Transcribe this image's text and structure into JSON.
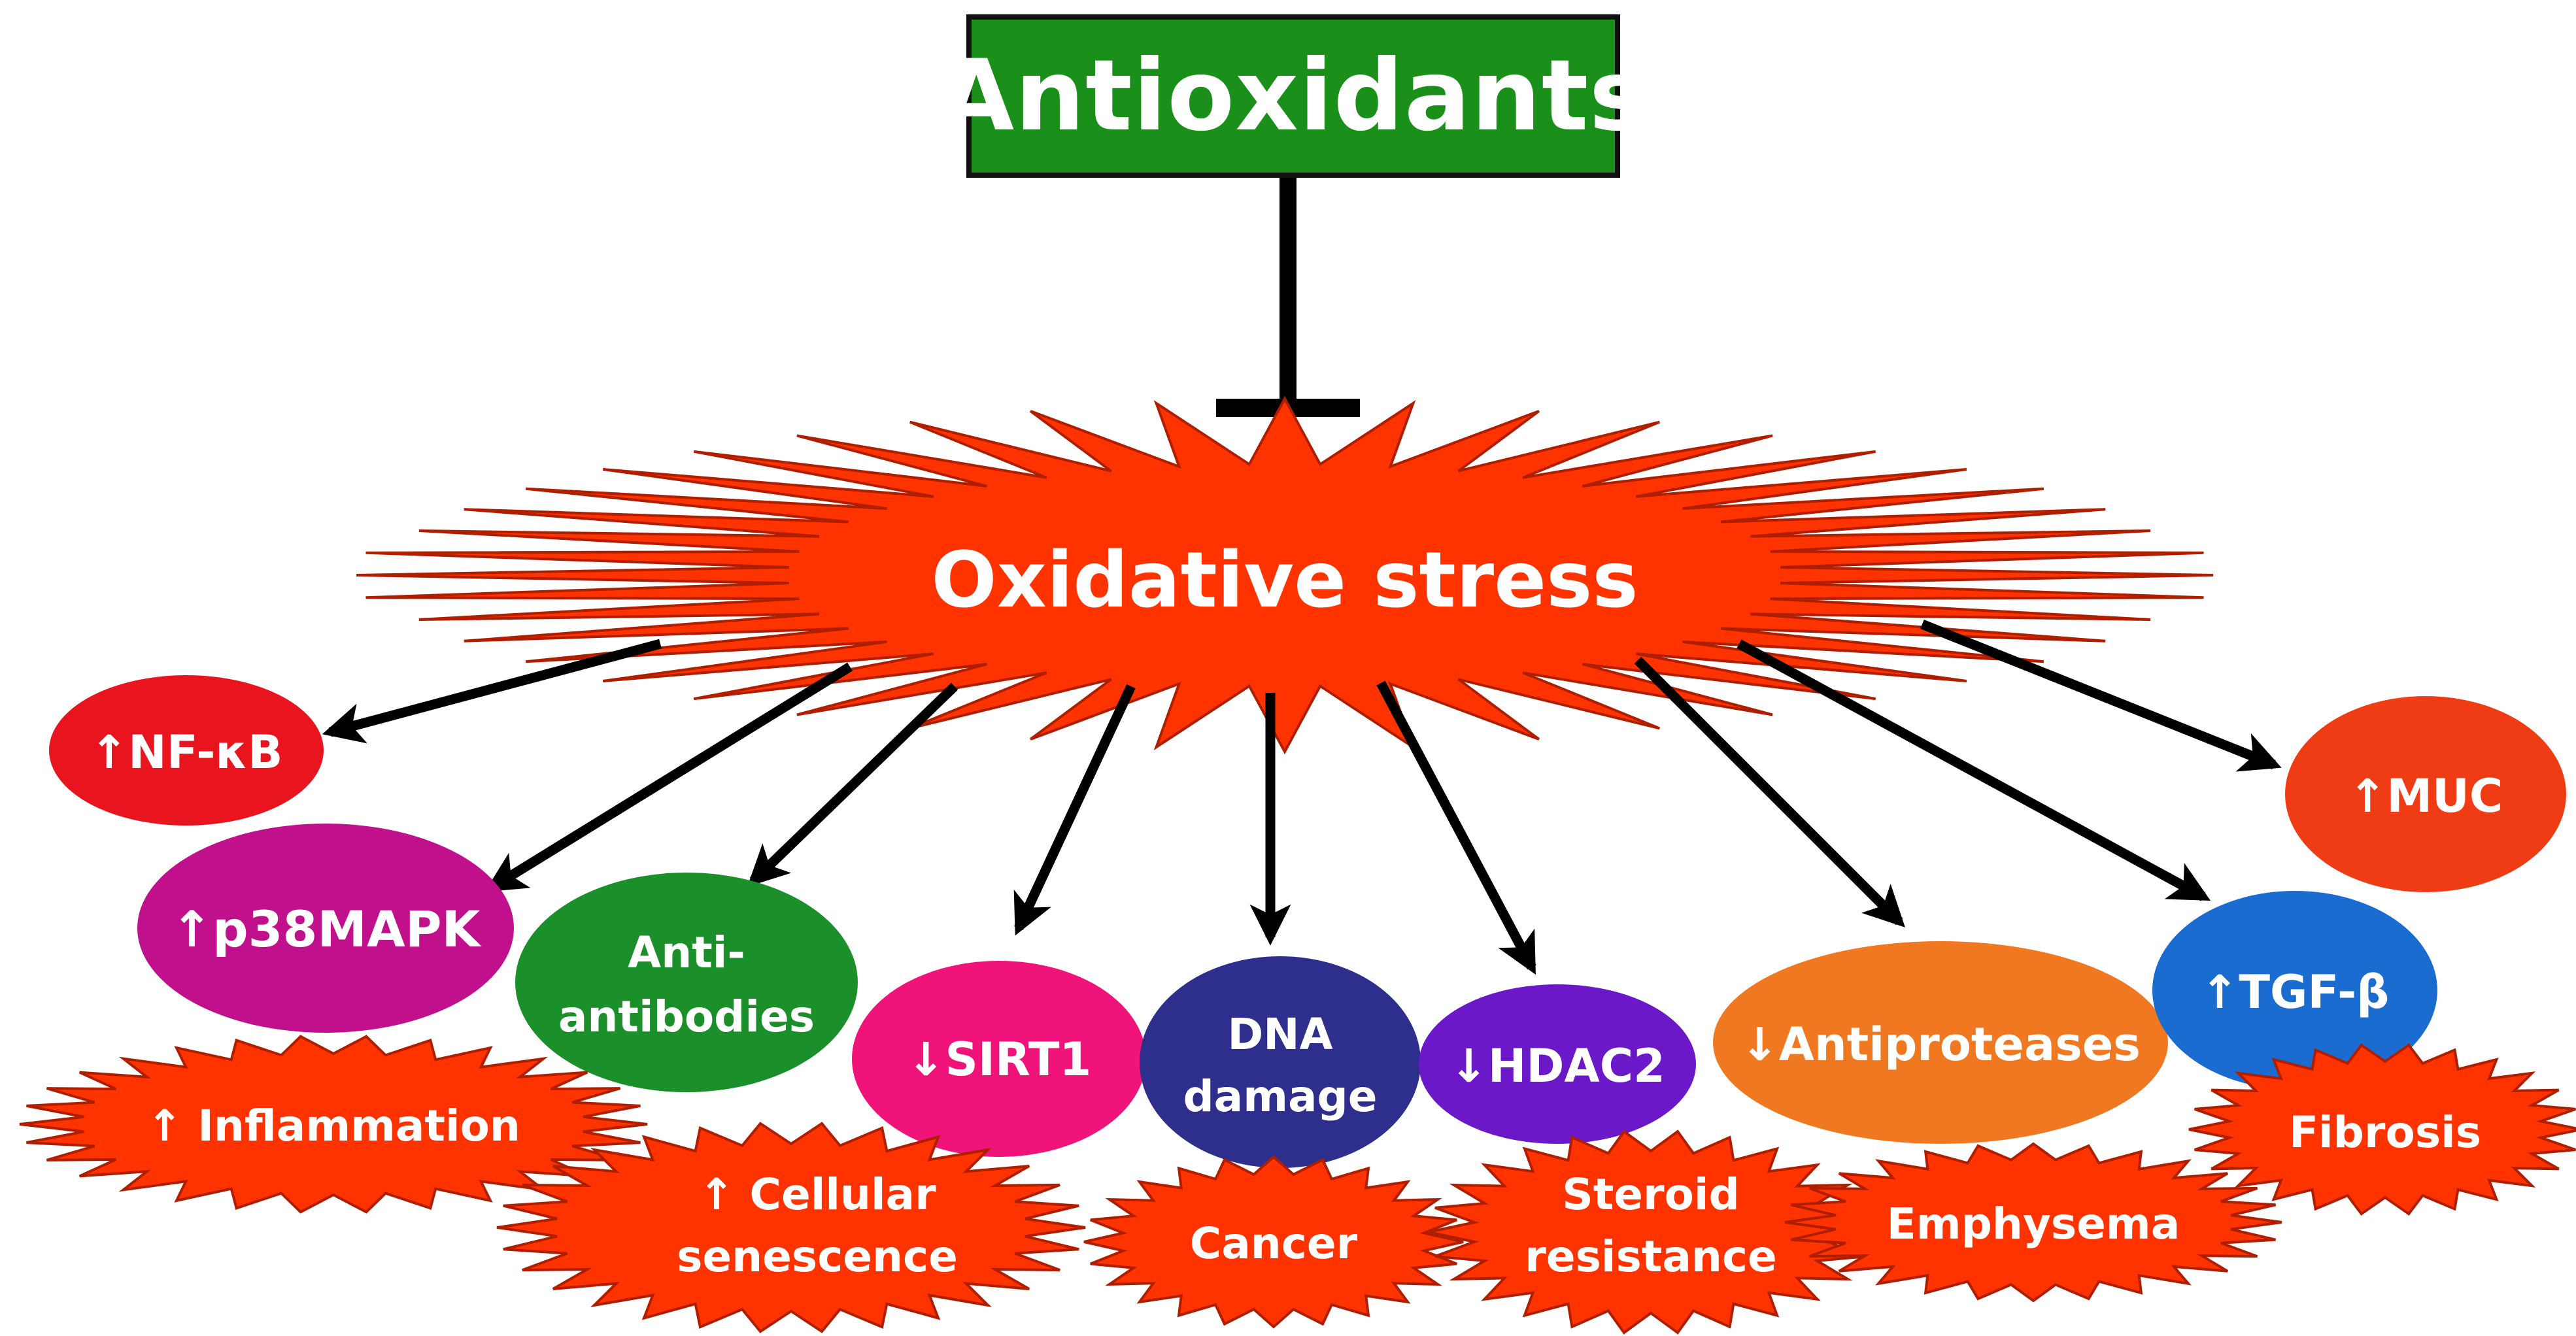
{
  "header": {
    "title": "Antioxidants"
  },
  "center": {
    "label": "Oxidative stress"
  },
  "mediators": {
    "nfkb": "↑NF-κB",
    "p38": "↑p38MAPK",
    "anti_line1": "Anti-",
    "anti_line2": "antibodies",
    "sirt1": "↓SIRT1",
    "dna_line1": "DNA",
    "dna_line2": "damage",
    "hdac2": "↓HDAC2",
    "antiproteases": "↓Antiproteases",
    "tgfb": "↑TGF-β",
    "muc": "↑MUC"
  },
  "outcomes": {
    "inflammation": "↑ Inflammation",
    "senescence_line1": "↑ Cellular",
    "senescence_line2": "senescence",
    "cancer": "Cancer",
    "steroid_line1": "Steroid",
    "steroid_line2": "resistance",
    "emphysema": "Emphysema",
    "fibrosis": "Fibrosis"
  },
  "colors": {
    "title_bg": "#1a8f1a",
    "burst": "#ff3300",
    "nfkb": "#e8141e",
    "p38": "#c0108c",
    "anti": "#1a8f2a",
    "sirt1": "#f0147a",
    "dna": "#2e2e8c",
    "hdac2": "#6a18c8",
    "antiproteases": "#f07820",
    "tgfb": "#1a6cd0",
    "muc": "#f03c14"
  },
  "icons": {
    "arrow": "arrow-icon",
    "inhibition": "inhibition-bar-icon"
  }
}
